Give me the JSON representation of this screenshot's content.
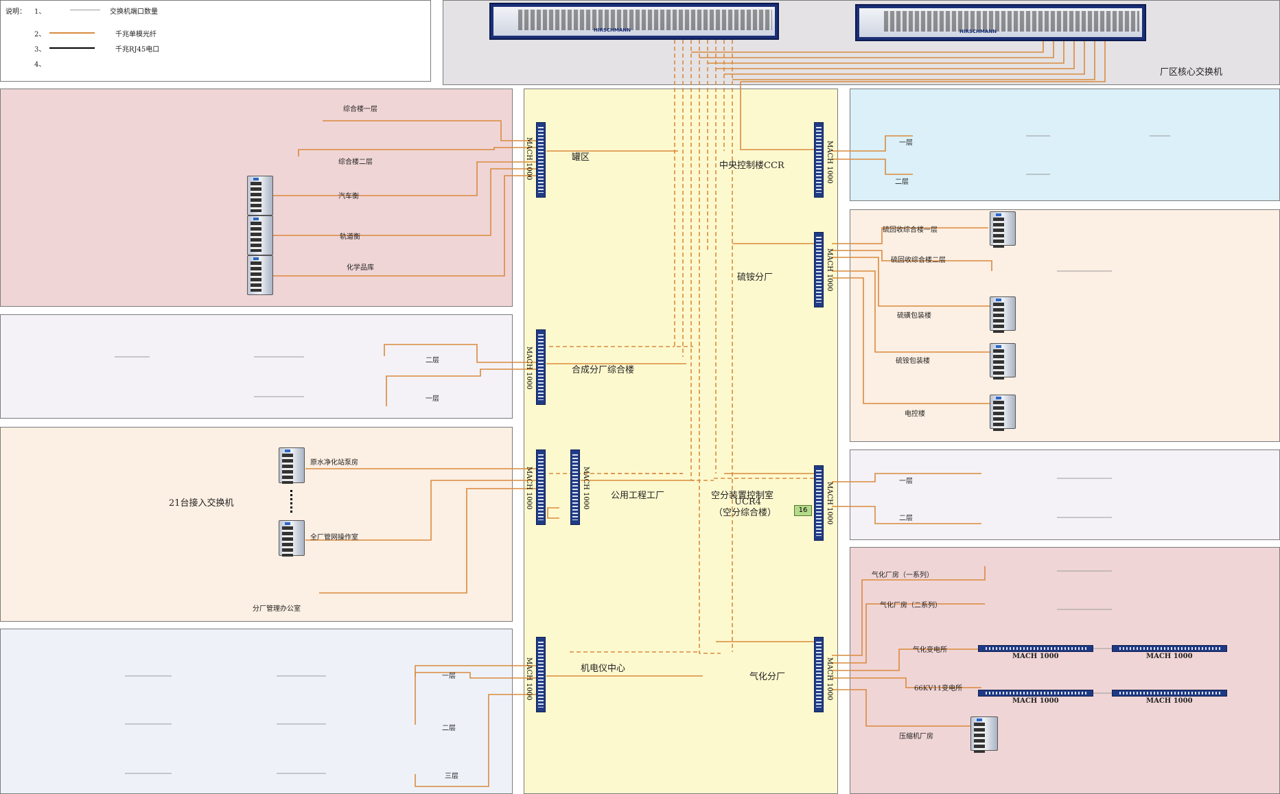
{
  "legend": {
    "title": "说明：",
    "items": [
      {
        "num": "1、",
        "text": "交换机端口数量"
      },
      {
        "num": "2、",
        "text": "千兆单模光纤"
      },
      {
        "num": "3、",
        "text": "千兆RJ45电口"
      },
      {
        "num": "4、",
        "text": ""
      }
    ]
  },
  "core": {
    "label": "厂区核心交换机",
    "brand": "HIRSCHMANN"
  },
  "colors": {
    "fiber": "#d98a3c",
    "utp": "#000000",
    "gray_line": "#9a9a9a"
  },
  "center": {
    "tank": "罐区",
    "ccr": "中央控制楼CCR",
    "ammonium": "硫铵分厂",
    "synthesis": "合成分厂综合楼",
    "utility": "公用工程工厂",
    "air_sep_1": "空分装置控制室",
    "air_sep_2": "UCR4",
    "air_sep_3": "（空分综合楼）",
    "mech": "机电仪中心",
    "gasify": "气化分厂",
    "port_badge": "16"
  },
  "mach_label": "MACH 1000",
  "mach_h_label": "MACH  1000",
  "left": {
    "p1": [
      "综合楼一层",
      "综合楼二层",
      "汽车衡",
      "轨道衡",
      "化学品库"
    ],
    "p2": [
      "二层",
      "一层"
    ],
    "p3": {
      "title": "21台接入交换机",
      "items": [
        "原水净化站泵房",
        "全厂管网操作室",
        "分厂管理办公室"
      ]
    },
    "p4": [
      "一层",
      "二层",
      "三层"
    ]
  },
  "right": {
    "p1": [
      "一层",
      "二层"
    ],
    "p2": [
      "硫回收综合楼一层",
      "硫回收综合楼二层",
      "硫磺包装楼",
      "硫铵包装楼",
      "电控楼"
    ],
    "p3": [
      "一层",
      "二层"
    ],
    "p4": [
      "气化厂房（一系列）",
      "气化厂房（二系列）",
      "气化变电所",
      "66KV11变电所",
      "压缩机厂房"
    ]
  }
}
